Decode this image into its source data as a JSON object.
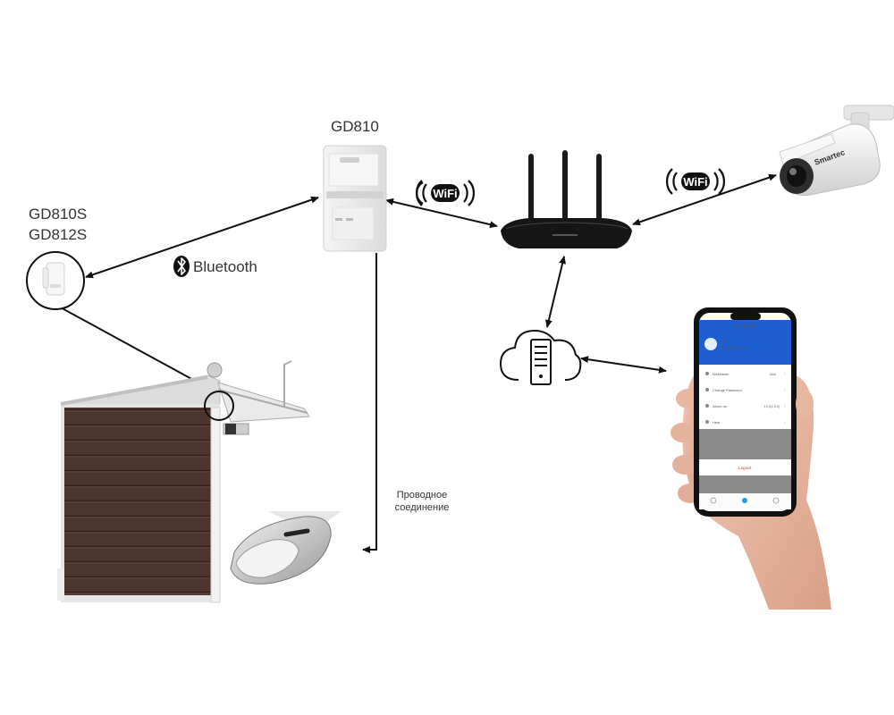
{
  "labels": {
    "hub_model": "GD810",
    "sensor_model_1": "GD810S",
    "sensor_model_2": "GD812S",
    "bluetooth": "Bluetooth",
    "wired_line1": "Проводное",
    "wired_line2": "соединение",
    "wifi_left": "WiFi",
    "wifi_right": "WiFi",
    "camera_brand": "Smartec"
  },
  "phone": {
    "header_title": "User profile",
    "user_name": "nick",
    "user_email": "nick@qwerd.com",
    "menu": [
      {
        "label": "NickName",
        "value": "nick"
      },
      {
        "label": "Change Password",
        "value": ""
      },
      {
        "label": "About us",
        "value": "1.0.0(1.0.0)"
      },
      {
        "label": "Help",
        "value": ""
      }
    ],
    "logout": "Logout"
  },
  "colors": {
    "door": "#4a342c",
    "door_frame": "#e8e8e8",
    "router": "#1a1a1a",
    "line": "#111111",
    "phone_blue": "#1d5fd0"
  },
  "icons": [
    "bluetooth-icon",
    "wifi-badge-icon",
    "cloud-server-icon"
  ]
}
